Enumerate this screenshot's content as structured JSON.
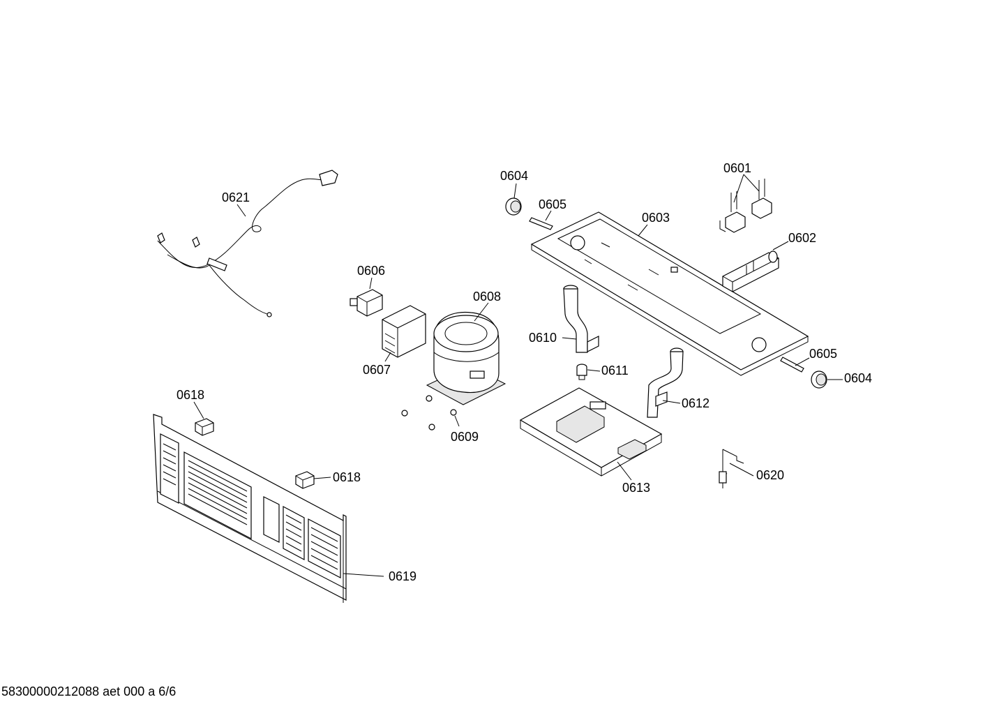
{
  "labels": {
    "p0601": "0601",
    "p0602": "0602",
    "p0603": "0603",
    "p0604a": "0604",
    "p0604b": "0604",
    "p0605a": "0605",
    "p0605b": "0605",
    "p0606": "0606",
    "p0607": "0607",
    "p0608": "0608",
    "p0609": "0609",
    "p0610": "0610",
    "p0611": "0611",
    "p0612": "0612",
    "p0613": "0613",
    "p0618a": "0618",
    "p0618b": "0618",
    "p0619": "0619",
    "p0620": "0620",
    "p0621": "0621"
  },
  "footer": "58300000212088 aet 000 a 6/6"
}
